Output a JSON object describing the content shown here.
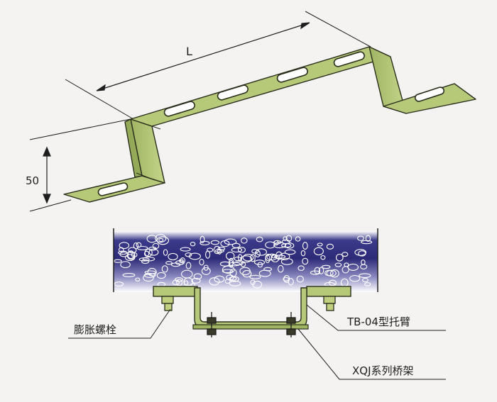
{
  "top_view": {
    "length_label": "L",
    "height_label": "50"
  },
  "bottom_view": {
    "callouts": {
      "expansion_bolt": "膨胀螺栓",
      "support_arm": "TB-04型托臂",
      "tray_series": "XQJ系列桥架"
    }
  },
  "colors": {
    "bracket_fill": "#b6c979",
    "bracket_shade": "#95aa58",
    "bracket_edge": "#2a2e1c",
    "concrete_dark": "#2d2b78",
    "concrete_light": "#ffffff",
    "line": "#1e1e1e"
  }
}
